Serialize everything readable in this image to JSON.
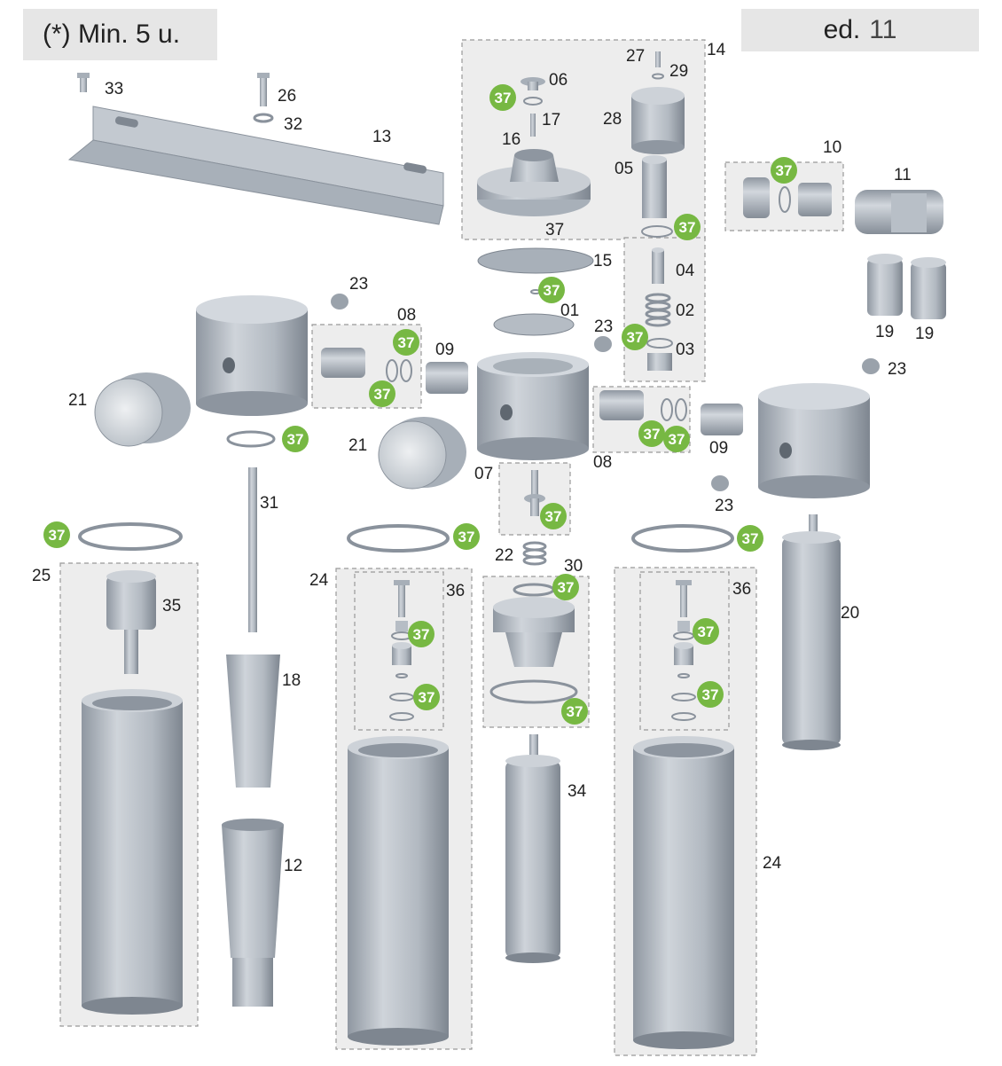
{
  "header": {
    "note": "(*) Min. 5 u.",
    "edition_prefix": "ed.",
    "edition_number": "11"
  },
  "colors": {
    "badge": "#77b843",
    "part_light": "#c6ccd3",
    "part_mid": "#a7afb8",
    "part_dark": "#868e98",
    "group_fill": "#ededed"
  },
  "labels": {
    "p33": "33",
    "p26": "26",
    "p32": "32",
    "p13": "13",
    "p06": "06",
    "p17": "17",
    "p16": "16",
    "p37_head": "37",
    "p27": "27",
    "p29": "29",
    "p14": "14",
    "p28": "28",
    "p05": "05",
    "p10": "10",
    "p11": "11",
    "p15": "15",
    "p04": "04",
    "p01": "01",
    "p02": "02",
    "p03": "03",
    "p23a": "23",
    "p23b": "23",
    "p23c": "23",
    "p23d": "23",
    "p08a": "08",
    "p08b": "08",
    "p09a": "09",
    "p09b": "09",
    "p21a": "21",
    "p21b": "21",
    "p19a": "19",
    "p19b": "19",
    "p07": "07",
    "p31": "31",
    "p22": "22",
    "p30": "30",
    "p25": "25",
    "p35": "35",
    "p24a": "24",
    "p24b": "24",
    "p36a": "36",
    "p36b": "36",
    "p20": "20",
    "p18": "18",
    "p12": "12",
    "p34": "34"
  },
  "badge_text": "37"
}
